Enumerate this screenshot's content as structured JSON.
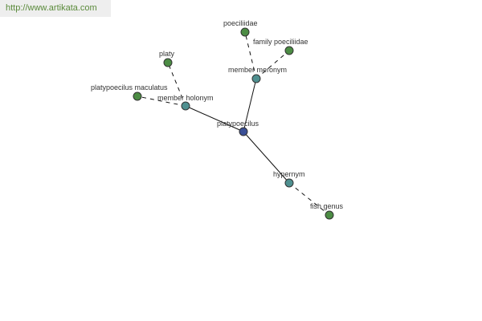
{
  "watermark": {
    "url_text": "http://www.artikata.com"
  },
  "colors": {
    "center_node": "#3a4f96",
    "relation_node": "#4f9090",
    "leaf_node": "#4c8c44",
    "watermark_text": "#5a8a3a",
    "watermark_bg": "#eeeeee"
  },
  "graph": {
    "nodes": [
      {
        "id": "platypoecilus",
        "label": "platypoecilus",
        "kind": "center"
      },
      {
        "id": "member-meronym",
        "label": "member meronym",
        "kind": "relation"
      },
      {
        "id": "member-holonym",
        "label": "member holonym",
        "kind": "relation"
      },
      {
        "id": "hypernym",
        "label": "hypernym",
        "kind": "relation"
      },
      {
        "id": "poeciliidae",
        "label": "poeciliidae",
        "kind": "leaf"
      },
      {
        "id": "family-poeciliidae",
        "label": "family poeciliidae",
        "kind": "leaf"
      },
      {
        "id": "platy",
        "label": "platy",
        "kind": "leaf"
      },
      {
        "id": "platypoecilus-maculatus",
        "label": "platypoecilus maculatus",
        "kind": "leaf"
      },
      {
        "id": "fish-genus",
        "label": "fish genus",
        "kind": "leaf"
      }
    ],
    "edges": [
      {
        "from": "platypoecilus",
        "to": "member-meronym",
        "style": "solid"
      },
      {
        "from": "platypoecilus",
        "to": "member-holonym",
        "style": "solid"
      },
      {
        "from": "platypoecilus",
        "to": "hypernym",
        "style": "solid"
      },
      {
        "from": "member-meronym",
        "to": "poeciliidae",
        "style": "dashed"
      },
      {
        "from": "member-meronym",
        "to": "family-poeciliidae",
        "style": "dashed"
      },
      {
        "from": "member-holonym",
        "to": "platy",
        "style": "dashed"
      },
      {
        "from": "member-holonym",
        "to": "platypoecilus-maculatus",
        "style": "dashed"
      },
      {
        "from": "hypernym",
        "to": "fish-genus",
        "style": "dashed"
      }
    ]
  }
}
